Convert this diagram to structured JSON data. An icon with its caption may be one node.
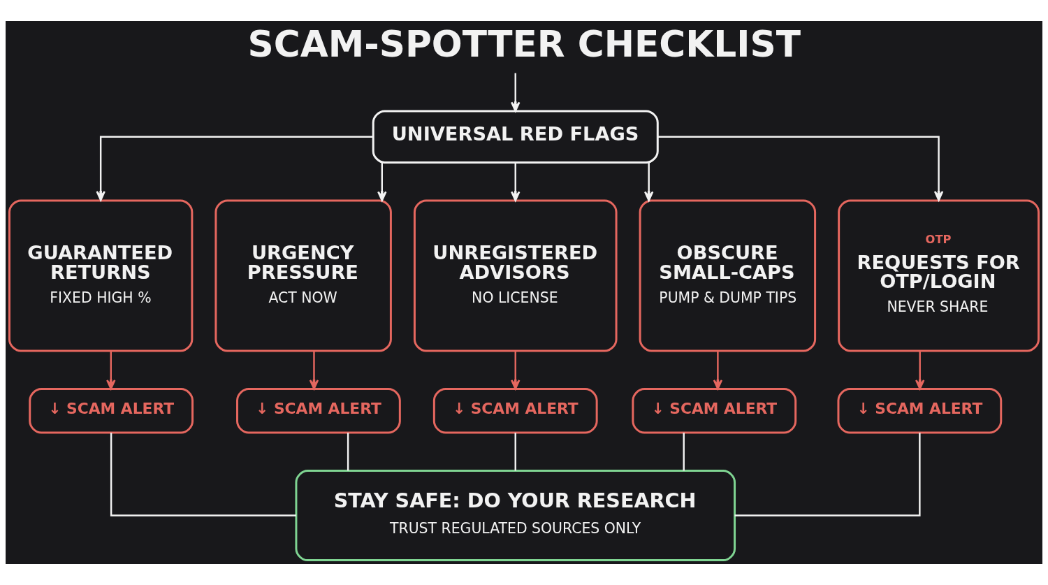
{
  "diagram": {
    "title": "SCAM-SPOTTER CHECKLIST",
    "nodes": [
      {
        "text": [
          "UNIVERSAL RED FLAGS"
        ]
      },
      {
        "text": [
          "GUARANTEED RETURNS",
          "FIXED HIGH %"
        ]
      },
      {
        "text": [
          "URGENCY PRESSURE",
          "ACT NOW"
        ]
      },
      {
        "text": [
          "UNREGISTERED ADVISORS",
          "NO LICENSE"
        ]
      },
      {
        "text": [
          "OBSCURE SMALL-CAPS",
          "PUMP & DUMP TIPS"
        ]
      },
      {
        "text": [
          "OTP",
          "REQUESTS FOR OTP/LOGIN",
          "NEVER SHARE"
        ]
      },
      {
        "text": [
          "↓ SCAM ALERT"
        ]
      },
      {
        "text": [
          "↓ SCAM ALERT"
        ]
      },
      {
        "text": [
          "↓ SCAM ALERT"
        ]
      },
      {
        "text": [
          "↓ SCAM ALERT"
        ]
      },
      {
        "text": [
          "↓ SCAM ALERT"
        ]
      },
      {
        "text": [
          "STAY SAFE: DO YOUR RESEARCH",
          "TRUST REGULATED SOURCES ONLY"
        ]
      }
    ],
    "edges": [
      {
        "from": null,
        "to": 0,
        "arrow": "to"
      },
      {
        "from": 0,
        "to": 1,
        "arrow": "to"
      },
      {
        "from": 0,
        "to": 2,
        "arrow": "to"
      },
      {
        "from": 0,
        "to": 3,
        "arrow": "to"
      },
      {
        "from": 0,
        "to": 4,
        "arrow": "to"
      },
      {
        "from": 0,
        "to": 5,
        "arrow": "to"
      },
      {
        "from": 1,
        "to": 6,
        "arrow": "to",
        "color": "#e5675f"
      },
      {
        "from": 2,
        "to": 7,
        "arrow": "to",
        "color": "#e5675f"
      },
      {
        "from": 3,
        "to": 8,
        "arrow": "to",
        "color": "#e5675f"
      },
      {
        "from": 4,
        "to": 9,
        "arrow": "to",
        "color": "#e5675f"
      },
      {
        "from": 5,
        "to": 10,
        "arrow": "to",
        "color": "#e5675f"
      },
      {
        "from": 6,
        "to": 11,
        "arrow": "none"
      },
      {
        "from": 7,
        "to": 11,
        "arrow": "none"
      },
      {
        "from": 8,
        "to": 11,
        "arrow": "none"
      },
      {
        "from": 9,
        "to": 11,
        "arrow": "none"
      },
      {
        "from": 10,
        "to": 11,
        "arrow": "none"
      }
    ]
  }
}
